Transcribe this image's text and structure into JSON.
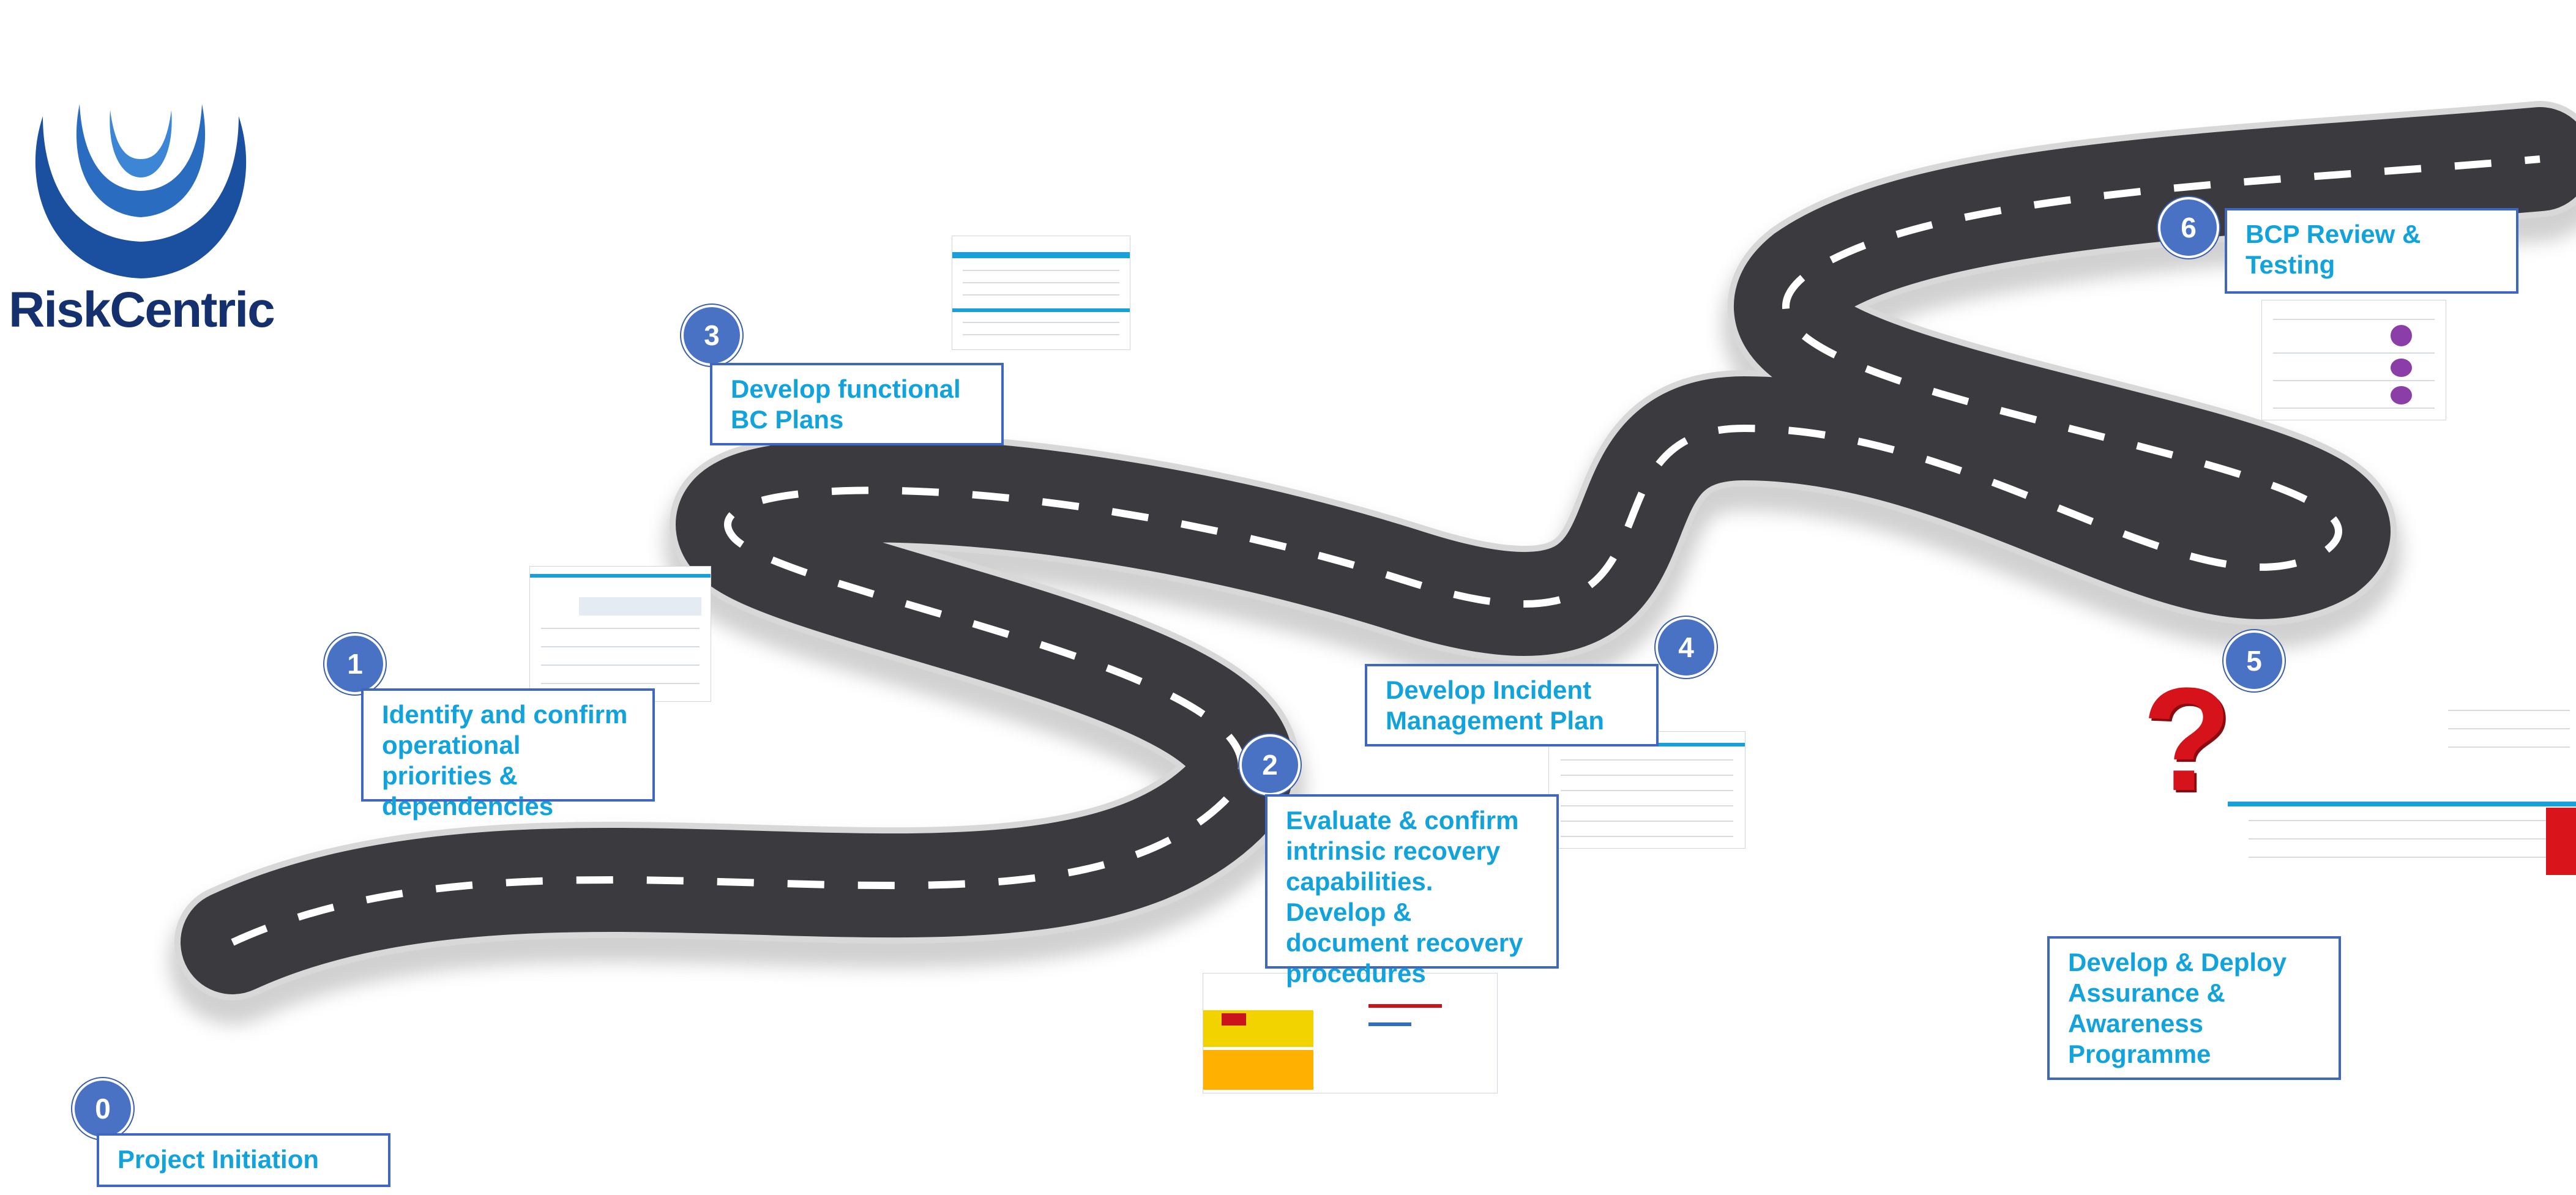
{
  "logo": {
    "text": "RiskCentric"
  },
  "colors": {
    "road": "#3b3b3f",
    "badge": "#4a72c4",
    "box_border": "#3f66c0",
    "stage_text": "#12a3dc",
    "logo_blue": "#14306e",
    "question_mark": "#d6131b"
  },
  "stages": [
    {
      "number": "0",
      "title": "Project Initiation"
    },
    {
      "number": "1",
      "title": "Identify and confirm operational priorities & dependencies"
    },
    {
      "number": "2",
      "title": "Evaluate & confirm intrinsic recovery capabilities. Develop & document recovery procedures"
    },
    {
      "number": "3",
      "title": "Develop functional BC Plans"
    },
    {
      "number": "4",
      "title": "Develop Incident Management Plan"
    },
    {
      "number": "5",
      "title": "Develop & Deploy Assurance & Awareness Programme"
    },
    {
      "number": "6",
      "title": "BCP Review & Testing"
    }
  ],
  "icons": [
    "question-mark-figure-icon",
    "riskcentric-logo-icon"
  ]
}
